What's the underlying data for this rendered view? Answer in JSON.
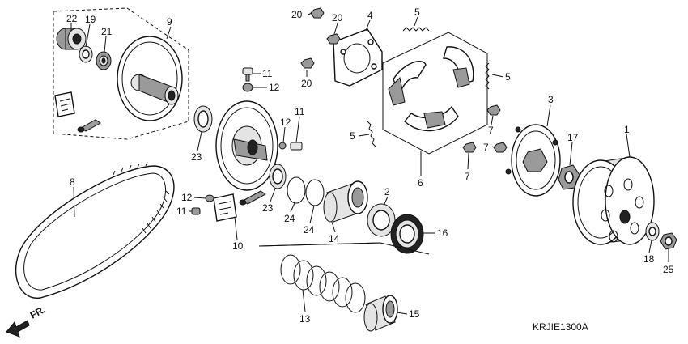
{
  "diagram": {
    "code": "KRJIE1300A",
    "direction_label": "FR.",
    "labels": {
      "p1": "1",
      "p2": "2",
      "p3": "3",
      "p4": "4",
      "p5a": "5",
      "p5b": "5",
      "p5c": "5",
      "p6": "6",
      "p7a": "7",
      "p7b": "7",
      "p7c": "7",
      "p8": "8",
      "p9": "9",
      "p10": "10",
      "p11a": "11",
      "p11b": "11",
      "p11c": "11",
      "p12a": "12",
      "p12b": "12",
      "p12c": "12",
      "p13": "13",
      "p14": "14",
      "p15": "15",
      "p16": "16",
      "p17": "17",
      "p18": "18",
      "p19": "19",
      "p20a": "20",
      "p20b": "20",
      "p20c": "20",
      "p21": "21",
      "p22": "22",
      "p23a": "23",
      "p23b": "23",
      "p24a": "24",
      "p24b": "24",
      "p25": "25"
    }
  }
}
